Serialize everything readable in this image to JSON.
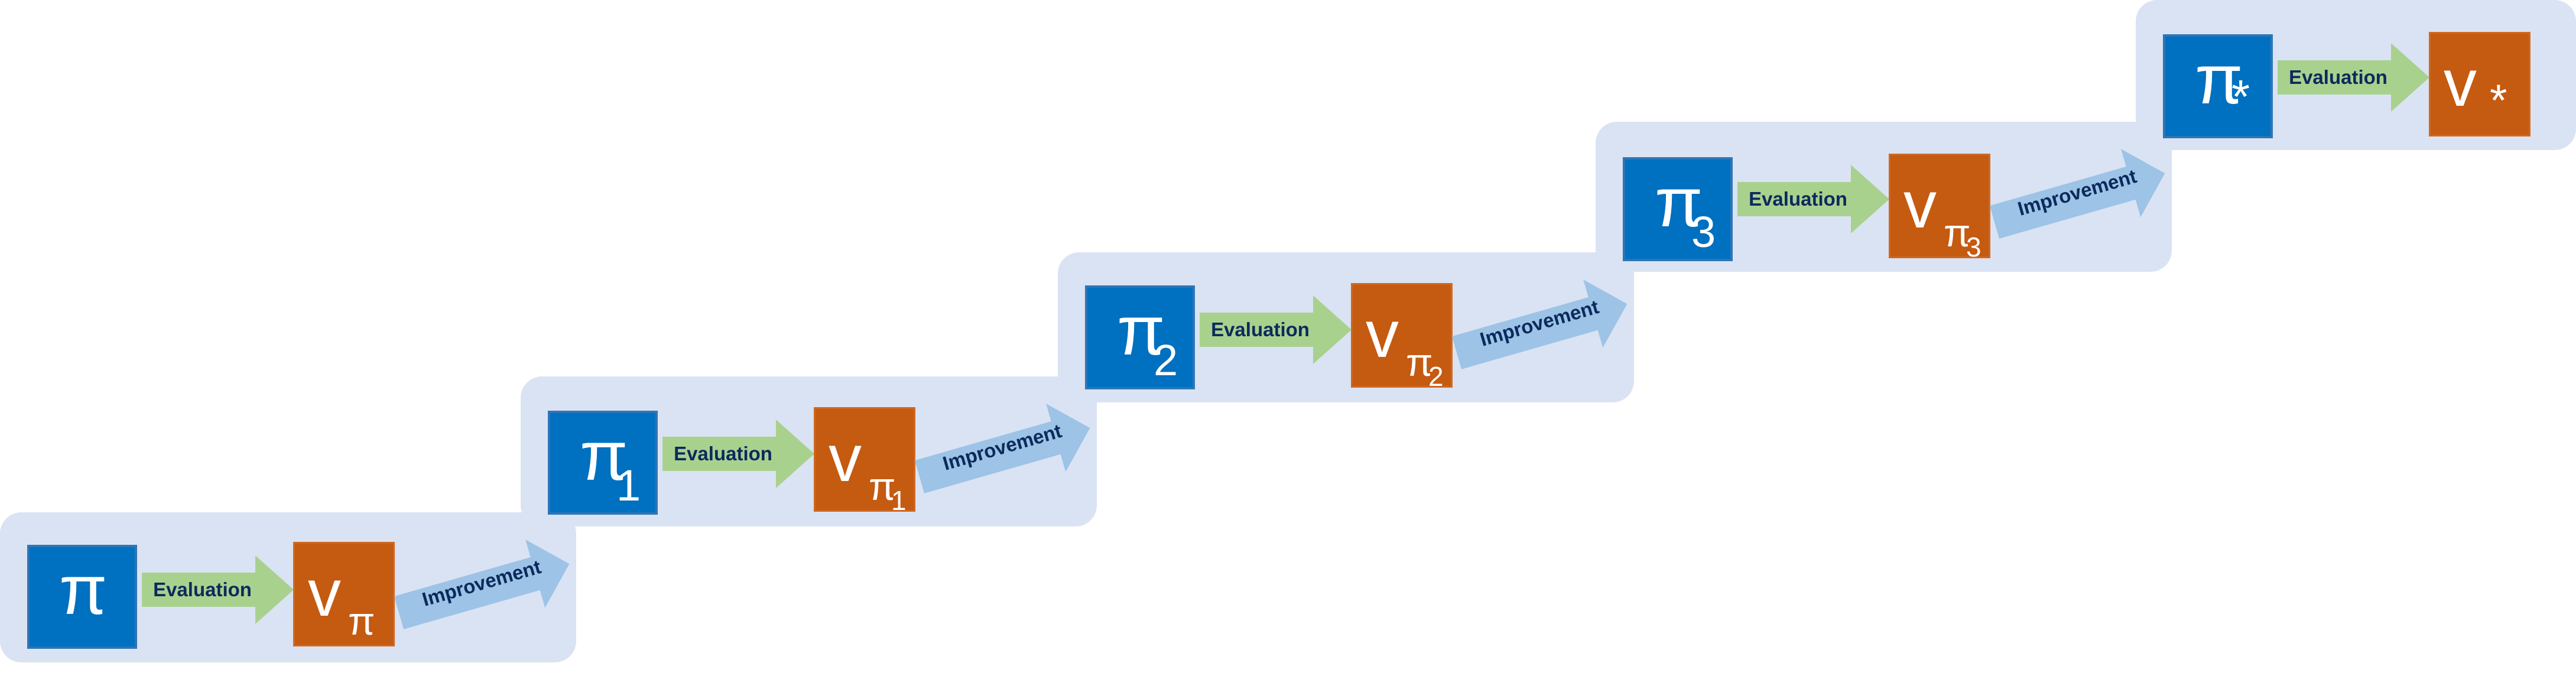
{
  "colors": {
    "panel": "#dae3f3",
    "policy_box": "#0070c0",
    "value_box": "#c55a11",
    "evaluation_arrow": "#a9d18e",
    "improvement_arrow": "#9dc3e6",
    "label_text": "#0b2a5c"
  },
  "steps": [
    {
      "policy": {
        "symbol": "π",
        "sub": ""
      },
      "value": {
        "symbol": "v",
        "sub": "π",
        "subsub": ""
      },
      "evaluation_label": "Evaluation",
      "improvement_label": "Improvement"
    },
    {
      "policy": {
        "symbol": "π",
        "sub": "1"
      },
      "value": {
        "symbol": "v",
        "sub": "π",
        "subsub": "1"
      },
      "evaluation_label": "Evaluation",
      "improvement_label": "Improvement"
    },
    {
      "policy": {
        "symbol": "π",
        "sub": "2"
      },
      "value": {
        "symbol": "v",
        "sub": "π",
        "subsub": "2"
      },
      "evaluation_label": "Evaluation",
      "improvement_label": "Improvement"
    },
    {
      "policy": {
        "symbol": "π",
        "sub": "3"
      },
      "value": {
        "symbol": "v",
        "sub": "π",
        "subsub": "3"
      },
      "evaluation_label": "Evaluation",
      "improvement_label": "Improvement"
    },
    {
      "policy": {
        "symbol": "π",
        "sub": "*"
      },
      "value": {
        "symbol": "v",
        "sub": "*",
        "subsub": ""
      },
      "evaluation_label": "Evaluation",
      "improvement_label": ""
    }
  ]
}
